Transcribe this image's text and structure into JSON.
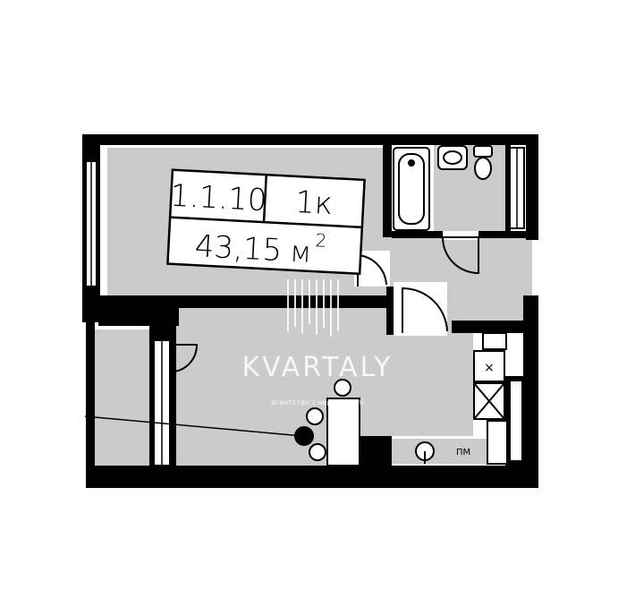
{
  "plan": {
    "apartment_number": "1.1.10",
    "room_count": "1к",
    "area_value": "43,15",
    "area_unit": "м",
    "area_power": "2",
    "utility_label": "ПМ",
    "ventilation_mark": "×",
    "fill_color": "#cbcbcb",
    "wall_color": "#000000"
  },
  "watermark": {
    "brand": "KVARTALY",
    "tagline": "агентство з нерухомості"
  }
}
